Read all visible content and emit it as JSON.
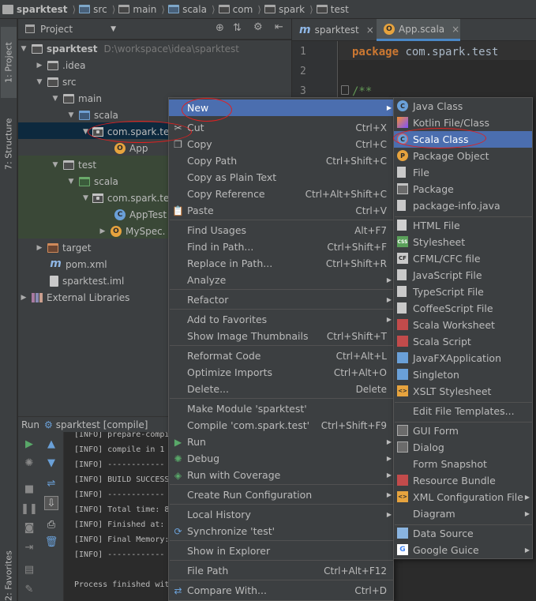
{
  "breadcrumb": [
    "sparktest",
    "src",
    "main",
    "scala",
    "com",
    "spark",
    "test"
  ],
  "left_strip": {
    "project": "1: Project",
    "structure": "7: Structure",
    "favorites": "2: Favorites"
  },
  "project_panel": {
    "title": "Project",
    "tree": [
      {
        "label": "sparktest",
        "path": "D:\\workspace\\idea\\sparktest"
      },
      {
        "label": ".idea"
      },
      {
        "label": "src"
      },
      {
        "label": "main"
      },
      {
        "label": "scala"
      },
      {
        "label": "com.spark.test"
      },
      {
        "label": "App"
      },
      {
        "label": "test"
      },
      {
        "label": "scala"
      },
      {
        "label": "com.spark.te"
      },
      {
        "label": "AppTest"
      },
      {
        "label": "MySpec."
      },
      {
        "label": "target"
      },
      {
        "label": "pom.xml"
      },
      {
        "label": "sparktest.iml"
      },
      {
        "label": "External Libraries"
      }
    ]
  },
  "editor": {
    "tabs": [
      "sparktest",
      "App.scala"
    ],
    "line_numbers": [
      "1",
      "2",
      "3"
    ],
    "code": {
      "keyword": "package",
      "name": "com.spark.test",
      "comment": "/**"
    }
  },
  "run_panel": {
    "label": "Run",
    "config": "sparktest [compile]",
    "lines": [
      "[INFO] prepare-compi",
      "[INFO] compile in 1",
      "[INFO] ------------",
      "[INFO] BUILD SUCCESS",
      "[INFO] ------------",
      "[INFO] Total time: 8",
      "[INFO] Finished at:",
      "[INFO] Final Memory:",
      "[INFO] ------------",
      "",
      "Process finished wit"
    ]
  },
  "context_menu": {
    "items": [
      {
        "label": "New",
        "shortcut": "",
        "submenu": true
      },
      {
        "label": "Cut",
        "shortcut": "Ctrl+X"
      },
      {
        "label": "Copy",
        "shortcut": "Ctrl+C"
      },
      {
        "label": "Copy Path",
        "shortcut": "Ctrl+Shift+C"
      },
      {
        "label": "Copy as Plain Text",
        "shortcut": ""
      },
      {
        "label": "Copy Reference",
        "shortcut": "Ctrl+Alt+Shift+C"
      },
      {
        "label": "Paste",
        "shortcut": "Ctrl+V"
      },
      {
        "label": "Find Usages",
        "shortcut": "Alt+F7"
      },
      {
        "label": "Find in Path...",
        "shortcut": "Ctrl+Shift+F"
      },
      {
        "label": "Replace in Path...",
        "shortcut": "Ctrl+Shift+R"
      },
      {
        "label": "Analyze",
        "shortcut": "",
        "submenu": true
      },
      {
        "label": "Refactor",
        "shortcut": "",
        "submenu": true
      },
      {
        "label": "Add to Favorites",
        "shortcut": "",
        "submenu": true
      },
      {
        "label": "Show Image Thumbnails",
        "shortcut": "Ctrl+Shift+T"
      },
      {
        "label": "Reformat Code",
        "shortcut": "Ctrl+Alt+L"
      },
      {
        "label": "Optimize Imports",
        "shortcut": "Ctrl+Alt+O"
      },
      {
        "label": "Delete...",
        "shortcut": "Delete"
      },
      {
        "label": "Make Module 'sparktest'",
        "shortcut": ""
      },
      {
        "label": "Compile 'com.spark.test'",
        "shortcut": "Ctrl+Shift+F9"
      },
      {
        "label": "Run",
        "shortcut": "",
        "submenu": true
      },
      {
        "label": "Debug",
        "shortcut": "",
        "submenu": true
      },
      {
        "label": "Run with Coverage",
        "shortcut": "",
        "submenu": true
      },
      {
        "label": "Create Run Configuration",
        "shortcut": "",
        "submenu": true
      },
      {
        "label": "Local History",
        "shortcut": "",
        "submenu": true
      },
      {
        "label": "Synchronize 'test'",
        "shortcut": ""
      },
      {
        "label": "Show in Explorer",
        "shortcut": ""
      },
      {
        "label": "File Path",
        "shortcut": "Ctrl+Alt+F12"
      },
      {
        "label": "Compare With...",
        "shortcut": "Ctrl+D"
      }
    ]
  },
  "new_submenu": {
    "items": [
      {
        "label": "Java Class"
      },
      {
        "label": "Kotlin File/Class"
      },
      {
        "label": "Scala Class"
      },
      {
        "label": "Package Object"
      },
      {
        "label": "File"
      },
      {
        "label": "Package"
      },
      {
        "label": "package-info.java"
      },
      {
        "label": "HTML File"
      },
      {
        "label": "Stylesheet"
      },
      {
        "label": "CFML/CFC file"
      },
      {
        "label": "JavaScript File"
      },
      {
        "label": "TypeScript File"
      },
      {
        "label": "CoffeeScript File"
      },
      {
        "label": "Scala Worksheet"
      },
      {
        "label": "Scala Script"
      },
      {
        "label": "JavaFXApplication"
      },
      {
        "label": "Singleton"
      },
      {
        "label": "XSLT Stylesheet"
      },
      {
        "label": "Edit File Templates..."
      },
      {
        "label": "GUI Form"
      },
      {
        "label": "Dialog"
      },
      {
        "label": "Form Snapshot"
      },
      {
        "label": "Resource Bundle"
      },
      {
        "label": "XML Configuration File",
        "submenu": true
      },
      {
        "label": "Diagram",
        "submenu": true
      },
      {
        "label": "Data Source"
      },
      {
        "label": "Google Guice",
        "submenu": true
      }
    ]
  },
  "colors": {
    "highlight": "#4b6eaf",
    "background": "#3c3f41",
    "annotation": "#e02020"
  }
}
